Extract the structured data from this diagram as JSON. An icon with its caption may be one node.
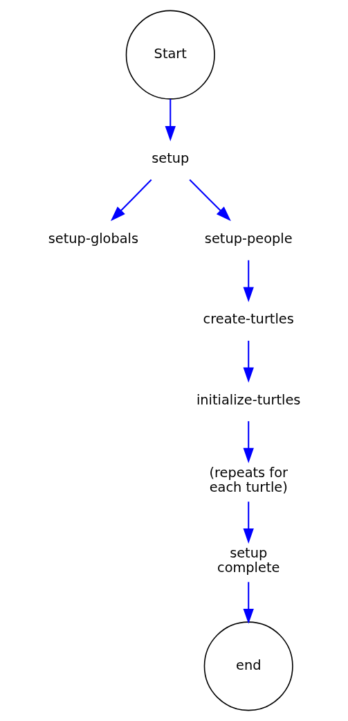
{
  "diagram": {
    "nodes": [
      {
        "text": [
          "Start"
        ]
      },
      {
        "text": [
          "setup"
        ]
      },
      {
        "text": [
          "setup-globals"
        ]
      },
      {
        "text": [
          "setup-people"
        ]
      },
      {
        "text": [
          "create-turtles"
        ]
      },
      {
        "text": [
          "initialize-turtles"
        ]
      },
      {
        "text": [
          "(repeats for each turtle)"
        ]
      },
      {
        "text": [
          "setup complete"
        ]
      },
      {
        "text": [
          "end"
        ]
      }
    ],
    "edges": [
      {
        "from": 0,
        "to": 1,
        "arrow": "to"
      },
      {
        "from": 1,
        "to": 2,
        "arrow": "to"
      },
      {
        "from": 1,
        "to": 3,
        "arrow": "to"
      },
      {
        "from": 3,
        "to": 4,
        "arrow": "to"
      },
      {
        "from": 4,
        "to": 5,
        "arrow": "to"
      },
      {
        "from": 5,
        "to": 6,
        "arrow": "to"
      },
      {
        "from": 6,
        "to": 7,
        "arrow": "to"
      },
      {
        "from": 7,
        "to": 8,
        "arrow": "to"
      }
    ]
  }
}
